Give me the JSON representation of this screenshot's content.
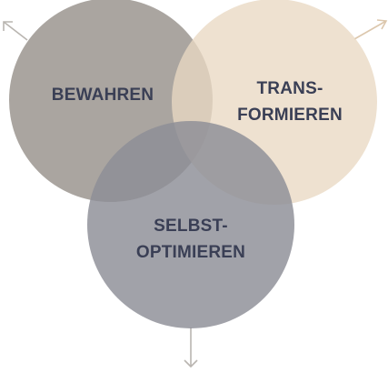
{
  "diagram": {
    "circles": [
      {
        "id": "bewahren",
        "lines": [
          "BEWAHREN"
        ],
        "fill": "#9b958f",
        "opacity": 0.85,
        "arrow": "up-left"
      },
      {
        "id": "transformieren",
        "lines": [
          "TRANS-",
          "FORMIEREN"
        ],
        "fill": "#e9d8c3",
        "opacity": 0.78,
        "arrow": "up-right"
      },
      {
        "id": "selbstoptimieren",
        "lines": [
          "SELBST-",
          "OPTIMIEREN"
        ],
        "fill": "#8c8e96",
        "opacity": 0.82,
        "arrow": "down"
      }
    ],
    "colors": {
      "text": "#3a3f55",
      "arrow": "#b9b5b0",
      "arrow_trans": "#dcc7ad"
    }
  }
}
